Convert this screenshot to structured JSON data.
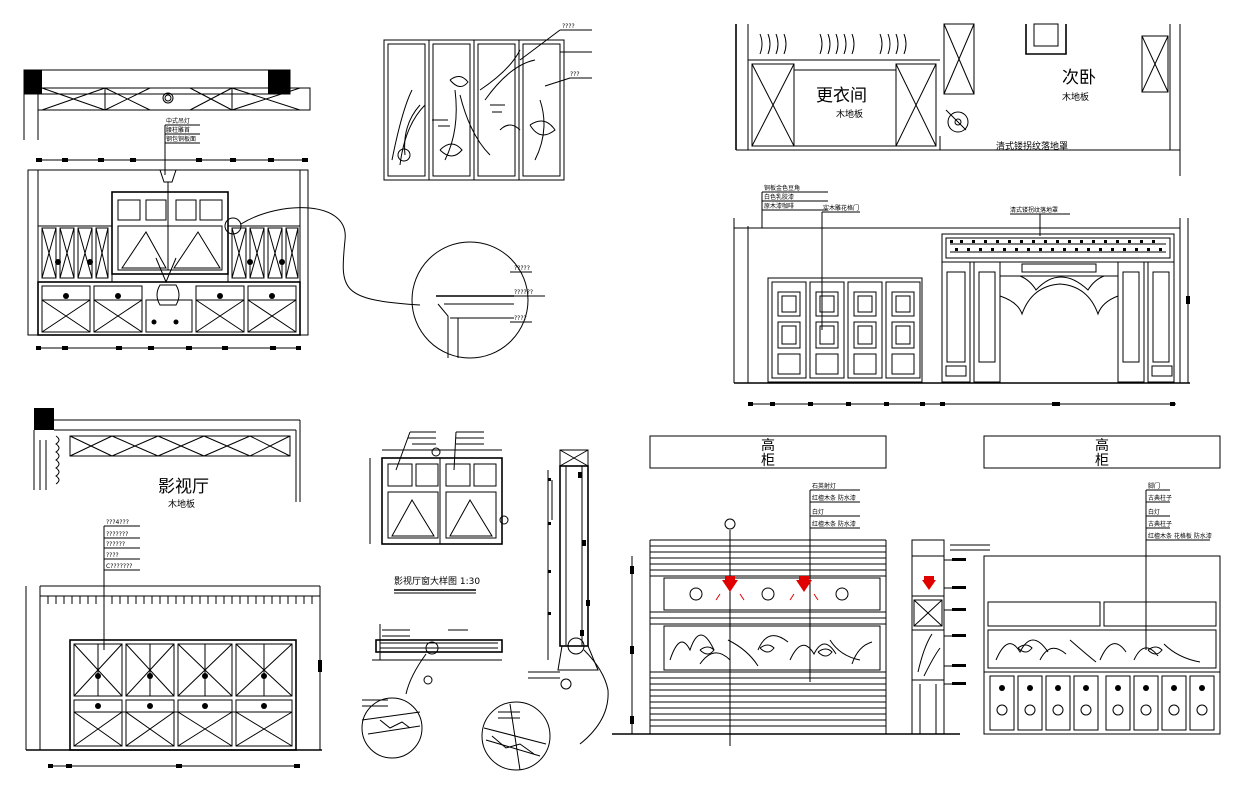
{
  "labels": {
    "changing_room": "更衣间",
    "changing_room_floor": "木地板",
    "second_bedroom": "次卧",
    "second_bedroom_floor": "木地板",
    "media_room": "影视厅",
    "media_room_floor": "木地板",
    "lattice_floor_screen": "清式镂拐纹落地罩",
    "window_detail_title": "影视厅窗大样图  1:30",
    "tall_cabinet_left": "高\n柜",
    "tall_cabinet_right": "高\n柜"
  },
  "notes": {
    "top_left": [
      "中式吊灯",
      "腰柱雕首",
      "钢包铜板面"
    ],
    "top_right_a": [
      "铜板金色豆角",
      "白色乳胶漆",
      "原木漆咖啡"
    ],
    "top_right_b": "实木雕花格门",
    "bottom_mid": [
      "石英射灯",
      "红檀木条 防水漆",
      "白灯",
      "红檀木条 防水漆"
    ],
    "bottom_right": [
      "脚门",
      "古典柱子",
      "白灯",
      "古典柱子",
      "红檀木条 花格板 防水漆"
    ],
    "unknown_a": "????",
    "unknown_b": "???",
    "unknown_c": "???4???",
    "unknown_d": "???????",
    "unknown_e": "??????",
    "unknown_f": "????",
    "unknown_g": "C???????",
    "unknown_h": "??????",
    "unknown_i": "?????",
    "unknown_j": "????"
  }
}
